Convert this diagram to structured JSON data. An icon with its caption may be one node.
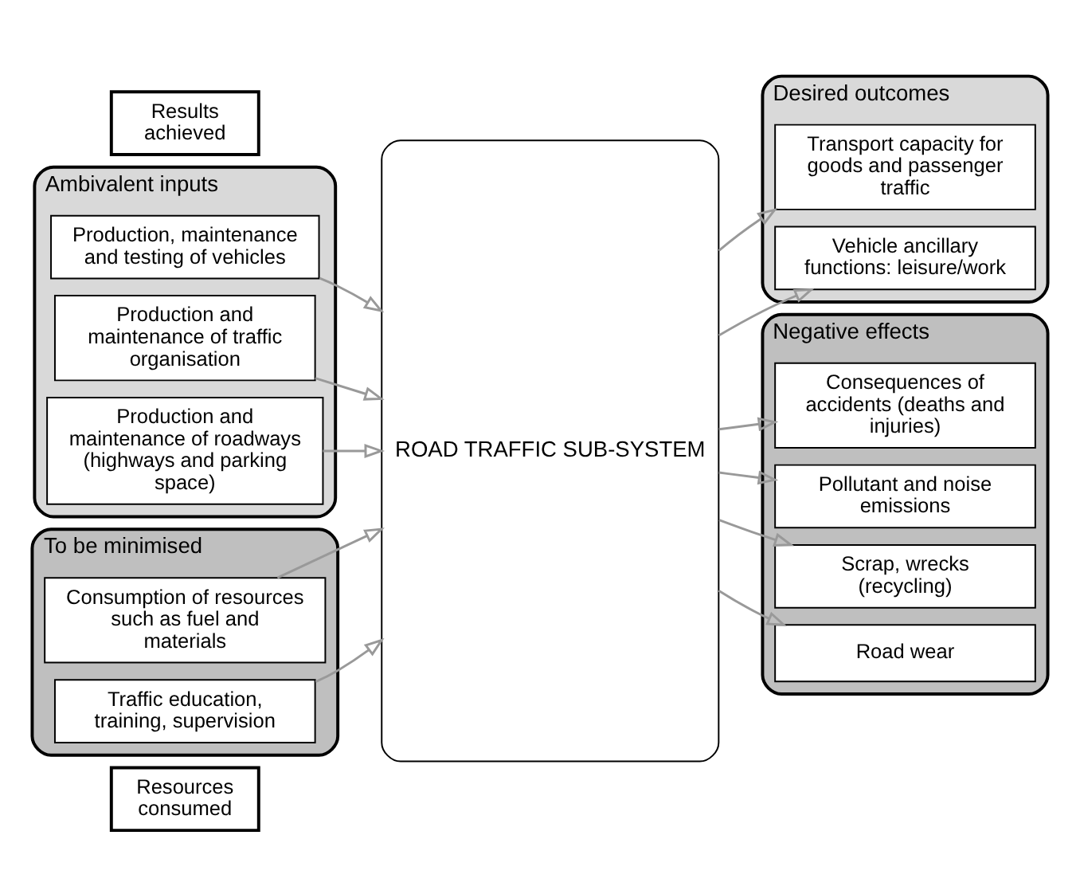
{
  "diagram": {
    "nodes": [
      {
        "text": [
          "Resources consumed"
        ]
      },
      {
        "text": [
          "Ambivalent inputs"
        ]
      },
      {
        "text": [
          "Production, maintenance and testing of vehicles"
        ],
        "in": 1
      },
      {
        "text": [
          "Production and maintenance of traffic organisation"
        ],
        "in": 1
      },
      {
        "text": [
          "Production and maintenance of roadways (highways and parking space)"
        ],
        "in": 1
      },
      {
        "text": [
          "To be minimised"
        ]
      },
      {
        "text": [
          "Consumption of resources such as fuel and materials"
        ],
        "in": 5
      },
      {
        "text": [
          "Traffic education, training, supervision"
        ],
        "in": 5
      },
      {
        "text": [
          "ROAD TRAFFIC SUB-SYSTEM"
        ]
      },
      {
        "text": [
          "Results achieved"
        ]
      },
      {
        "text": [
          "Desired outcomes"
        ]
      },
      {
        "text": [
          "Transport capacity for goods and passenger traffic"
        ],
        "in": 10
      },
      {
        "text": [
          "Vehicle ancillary functions: leisure/work"
        ],
        "in": 10
      },
      {
        "text": [
          "Negative effects"
        ]
      },
      {
        "text": [
          "Consequences of accidents (deaths and injuries)"
        ],
        "in": 13
      },
      {
        "text": [
          "Pollutant and noise emissions"
        ],
        "in": 13
      },
      {
        "text": [
          "Scrap, wrecks (recycling)"
        ],
        "in": 13
      },
      {
        "text": [
          "Road wear"
        ],
        "in": 13
      }
    ],
    "edges": [
      {
        "from": 2,
        "to": 8,
        "arrow": "to"
      },
      {
        "from": 3,
        "to": 8,
        "arrow": "to"
      },
      {
        "from": 4,
        "to": 8,
        "arrow": "to"
      },
      {
        "from": 6,
        "to": 8,
        "arrow": "to"
      },
      {
        "from": 7,
        "to": 8,
        "arrow": "to"
      },
      {
        "from": 8,
        "to": 11,
        "arrow": "to"
      },
      {
        "from": 8,
        "to": 12,
        "arrow": "to"
      },
      {
        "from": 8,
        "to": 14,
        "arrow": "to"
      },
      {
        "from": 8,
        "to": 15,
        "arrow": "to"
      },
      {
        "from": 8,
        "to": 16,
        "arrow": "to"
      },
      {
        "from": 8,
        "to": 17,
        "arrow": "to"
      }
    ]
  }
}
